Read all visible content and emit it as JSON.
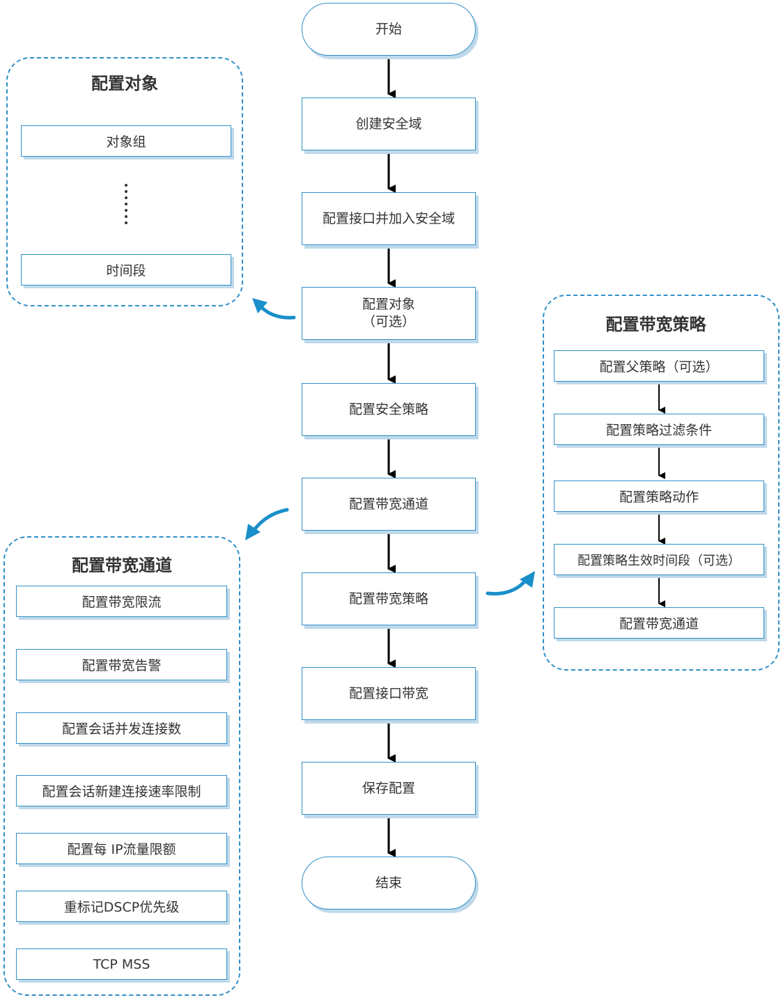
{
  "main_flow": {
    "start": "开始",
    "steps": [
      "创建安全域",
      "配置接口并加入安全域",
      "配置对象\n（可选）",
      "配置安全策略",
      "配置带宽通道",
      "配置带宽策略",
      "配置接口带宽",
      "保存配置"
    ],
    "end": "结束"
  },
  "object_panel": {
    "title": "配置对象",
    "items": [
      "对象组",
      "时间段"
    ],
    "ellipsis": "⋮"
  },
  "channel_panel": {
    "title": "配置带宽通道",
    "items": [
      "配置带宽限流",
      "配置带宽告警",
      "配置会话并发连接数",
      "配置会话新建连接速率限制",
      "配置每 IP流量限额",
      "重标记DSCP优先级",
      "TCP MSS"
    ]
  },
  "policy_panel": {
    "title": "配置带宽策略",
    "items": [
      "配置父策略（可选）",
      "配置策略过滤条件",
      "配置策略动作",
      "配置策略生效时间段（可选）",
      "配置带宽通道"
    ]
  },
  "colors": {
    "border": "#2e8fc7",
    "shadow": "#bfd9ea",
    "curved_arrow": "#1a8fc9",
    "flow_arrow": "#000000"
  }
}
